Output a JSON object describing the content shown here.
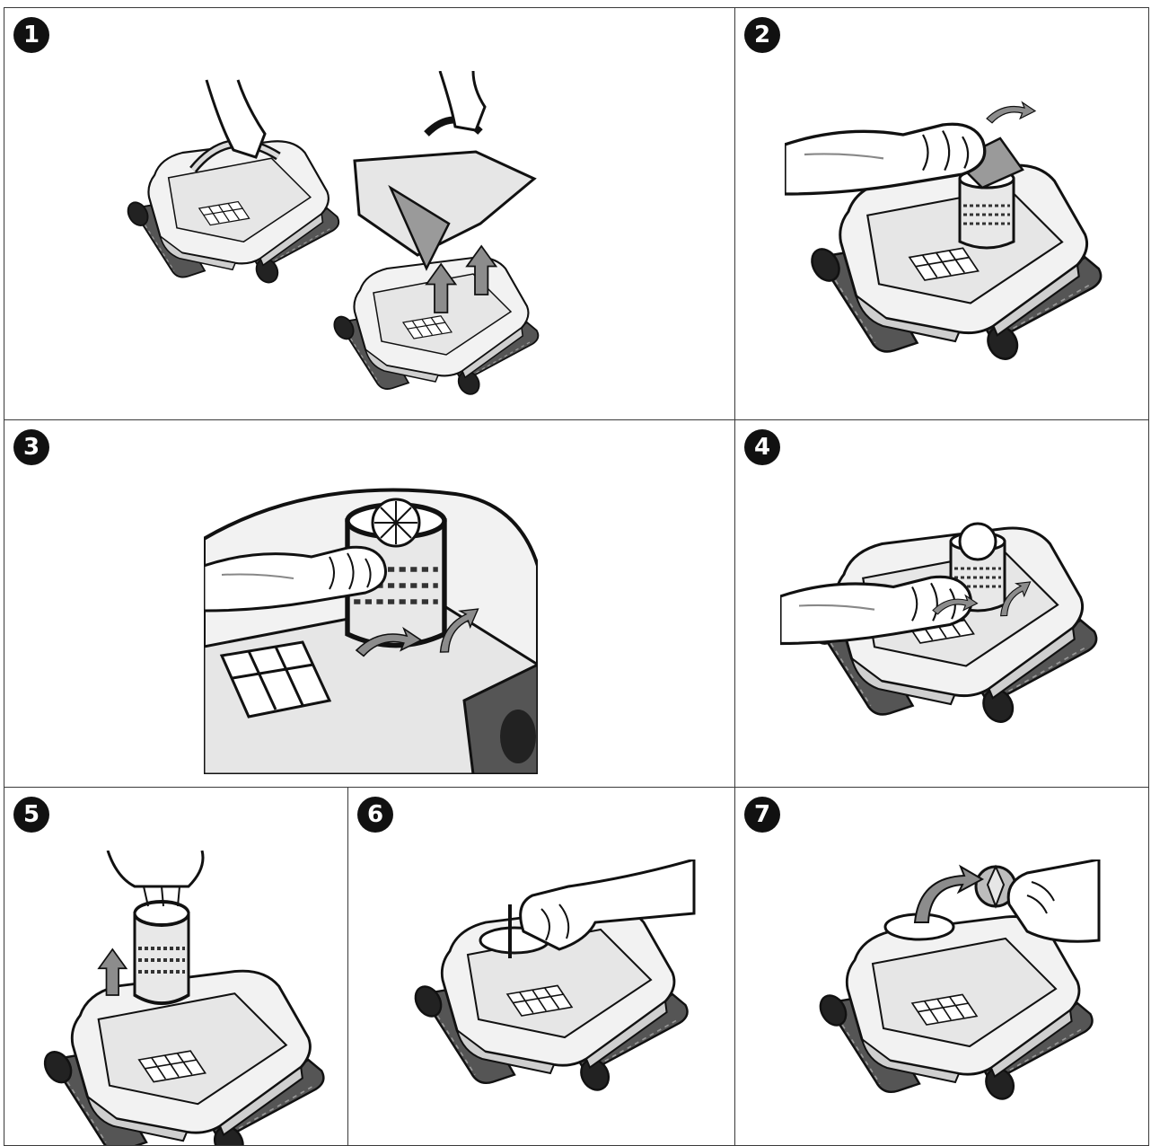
{
  "steps": [
    {
      "number": "1",
      "figure": "robot-cleaner-filter-removal"
    },
    {
      "number": "2",
      "figure": "robot-cleaner-unlock-motor-cover"
    },
    {
      "number": "3",
      "figure": "robot-cleaner-rotate-impeller-housing-closeup"
    },
    {
      "number": "4",
      "figure": "robot-cleaner-rotate-impeller-housing"
    },
    {
      "number": "5",
      "figure": "robot-cleaner-lift-impeller-housing"
    },
    {
      "number": "6",
      "figure": "robot-cleaner-clean-impeller"
    },
    {
      "number": "7",
      "figure": "robot-cleaner-remove-propeller"
    }
  ],
  "colors": {
    "line": "#1a1a1a",
    "body_gray": "#d9d9d9",
    "track_dark": "#444444",
    "arrow_gray": "#8c8c8c",
    "panel_border": "#3a3a3a"
  }
}
